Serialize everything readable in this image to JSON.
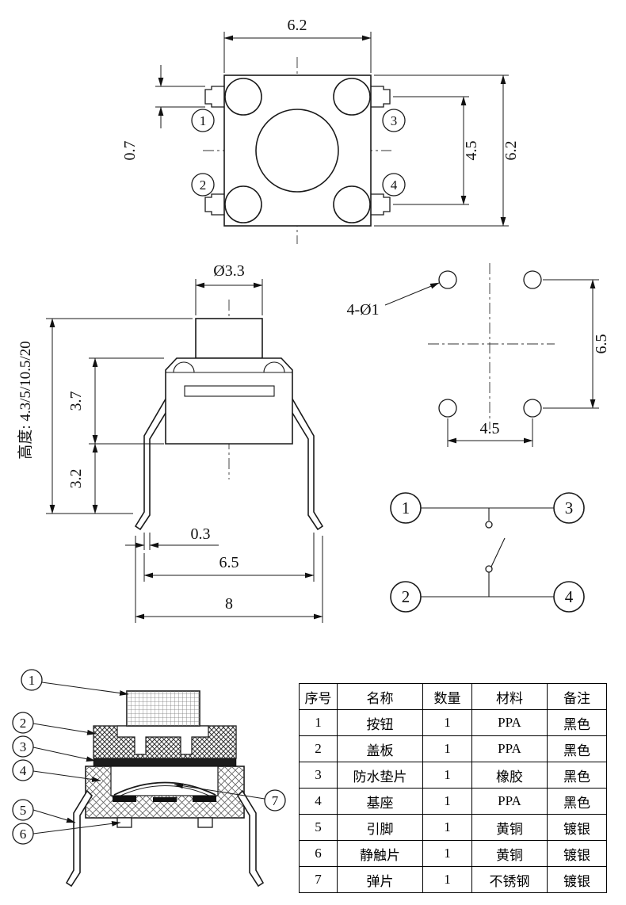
{
  "top_view": {
    "dim_top_width": "6.2",
    "dim_pin_width": "0.7",
    "dim_right_inner": "4.5",
    "dim_right_outer": "6.2",
    "pin_labels": [
      "1",
      "2",
      "3",
      "4"
    ]
  },
  "front_view": {
    "dim_button_diameter": "Ø3.3",
    "height_label": "高度: 4.3/5/10.5/20",
    "dim_body_height": "3.7",
    "dim_pin_length": "3.2",
    "dim_pin_thickness": "0.3",
    "dim_pin_pitch": "6.5",
    "dim_total_width": "8"
  },
  "pcb_layout": {
    "holes_label": "4-Ø1",
    "dim_vertical_pitch": "6.5",
    "dim_horizontal_pitch": "4.5"
  },
  "schematic": {
    "terminal_labels": [
      "1",
      "3",
      "2",
      "4"
    ]
  },
  "section_view": {
    "callout_labels": [
      "1",
      "2",
      "3",
      "4",
      "5",
      "6",
      "7"
    ]
  },
  "parts_table": {
    "headers": [
      "序号",
      "名称",
      "数量",
      "材料",
      "备注"
    ],
    "rows": [
      [
        "1",
        "按钮",
        "1",
        "PPA",
        "黑色"
      ],
      [
        "2",
        "盖板",
        "1",
        "PPA",
        "黑色"
      ],
      [
        "3",
        "防水垫片",
        "1",
        "橡胶",
        "黑色"
      ],
      [
        "4",
        "基座",
        "1",
        "PPA",
        "黑色"
      ],
      [
        "5",
        "引脚",
        "1",
        "黄铜",
        "镀银"
      ],
      [
        "6",
        "静触片",
        "1",
        "黄铜",
        "镀银"
      ],
      [
        "7",
        "弹片",
        "1",
        "不锈钢",
        "镀银"
      ]
    ]
  }
}
